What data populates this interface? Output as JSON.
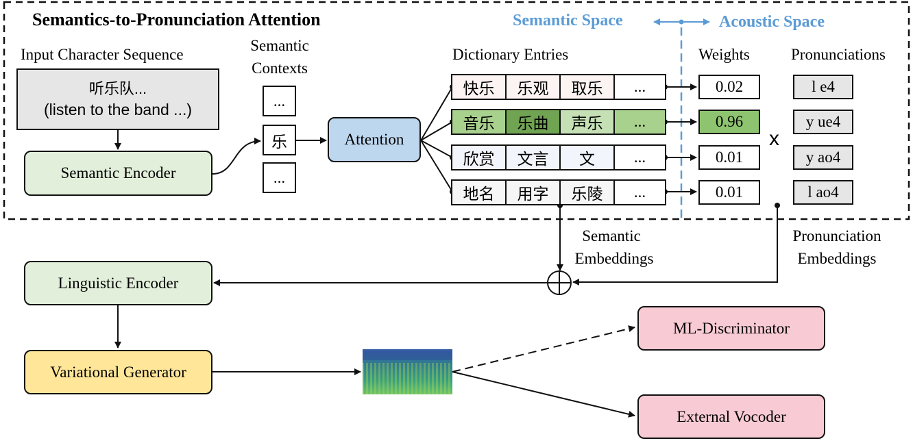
{
  "attention_block": {
    "title": "Semantics-to-Pronunciation Attention",
    "semantic_space_label": "Semantic Space",
    "acoustic_space_label": "Acoustic Space",
    "space_color": "#5b9bd5"
  },
  "input": {
    "label": "Input Character Sequence",
    "text_line1": "听乐队...",
    "text_line2": "(listen to the band ...)"
  },
  "semantic_encoder": "Semantic Encoder",
  "semantic_contexts": {
    "label_line1": "Semantic",
    "label_line2": "Contexts",
    "items": [
      "...",
      "乐",
      "..."
    ]
  },
  "attention": "Attention",
  "dictionary": {
    "label": "Dictionary Entries",
    "rows": [
      [
        "快乐",
        "乐观",
        "取乐",
        "..."
      ],
      [
        "音乐",
        "乐曲",
        "声乐",
        "..."
      ],
      [
        "欣赏",
        "文言",
        "文",
        "..."
      ],
      [
        "地名",
        "用字",
        "乐陵",
        "..."
      ]
    ]
  },
  "weights": {
    "label": "Weights",
    "values": [
      "0.02",
      "0.96",
      "0.01",
      "0.01"
    ]
  },
  "multiply_symbol": "x",
  "pronunciations": {
    "label": "Pronunciations",
    "values": [
      "l e4",
      "y ue4",
      "y ao4",
      "l ao4"
    ]
  },
  "semantic_embeddings": {
    "line1": "Semantic",
    "line2": "Embeddings"
  },
  "pronunciation_embeddings": {
    "line1": "Pronunciation",
    "line2": "Embeddings"
  },
  "linguistic_encoder": "Linguistic Encoder",
  "variational_generator": "Variational Generator",
  "ml_discriminator": "ML-Discriminator",
  "external_vocoder": "External Vocoder",
  "colors": {
    "encoder_green": "#e2efda",
    "attention_blue": "#bdd7ee",
    "generator_yellow": "#ffe699",
    "output_pink": "#f8cbd4",
    "highlight_green": "#a9d18e",
    "highlight_dark_green": "#70a452"
  }
}
